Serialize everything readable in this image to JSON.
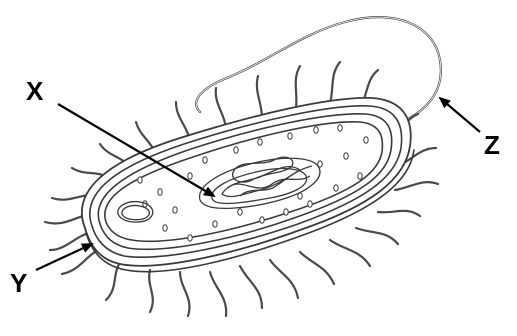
{
  "labels": {
    "x": "X",
    "y": "Y",
    "z": "Z"
  },
  "colors": {
    "ink": "#000000",
    "outline": "#3a3a3a",
    "background": "#ffffff"
  },
  "parts": {
    "x": "nucleoid-dna",
    "y": "cell-wall",
    "z": "flagellum"
  }
}
